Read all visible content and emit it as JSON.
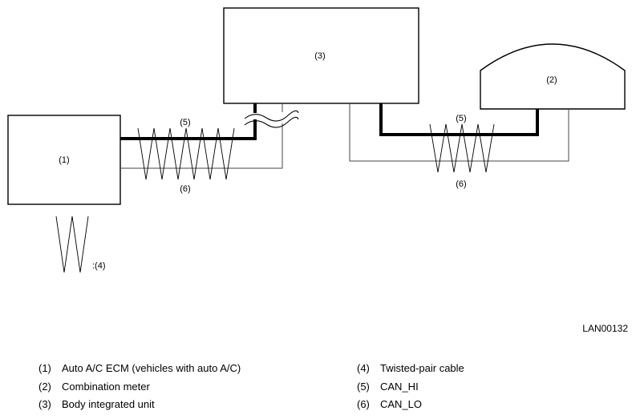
{
  "diagram": {
    "code": "LAN00132",
    "labels": {
      "ecm": "(1)",
      "meter": "(2)",
      "body_unit": "(3)",
      "twisted_legend": ":(4)",
      "can_hi_left": "(5)",
      "can_lo_left": "(6)",
      "can_hi_right": "(5)",
      "can_lo_right": "(6)"
    },
    "colors": {
      "line": "#000000",
      "thin_line": "#444444",
      "background": "#ffffff"
    }
  },
  "legend": {
    "left": [
      {
        "num": "(1)",
        "text": "Auto A/C ECM (vehicles with auto A/C)"
      },
      {
        "num": "(2)",
        "text": "Combination meter"
      },
      {
        "num": "(3)",
        "text": "Body integrated unit"
      }
    ],
    "right": [
      {
        "num": "(4)",
        "text": "Twisted-pair cable"
      },
      {
        "num": "(5)",
        "text": "CAN_HI"
      },
      {
        "num": "(6)",
        "text": "CAN_LO"
      }
    ]
  }
}
